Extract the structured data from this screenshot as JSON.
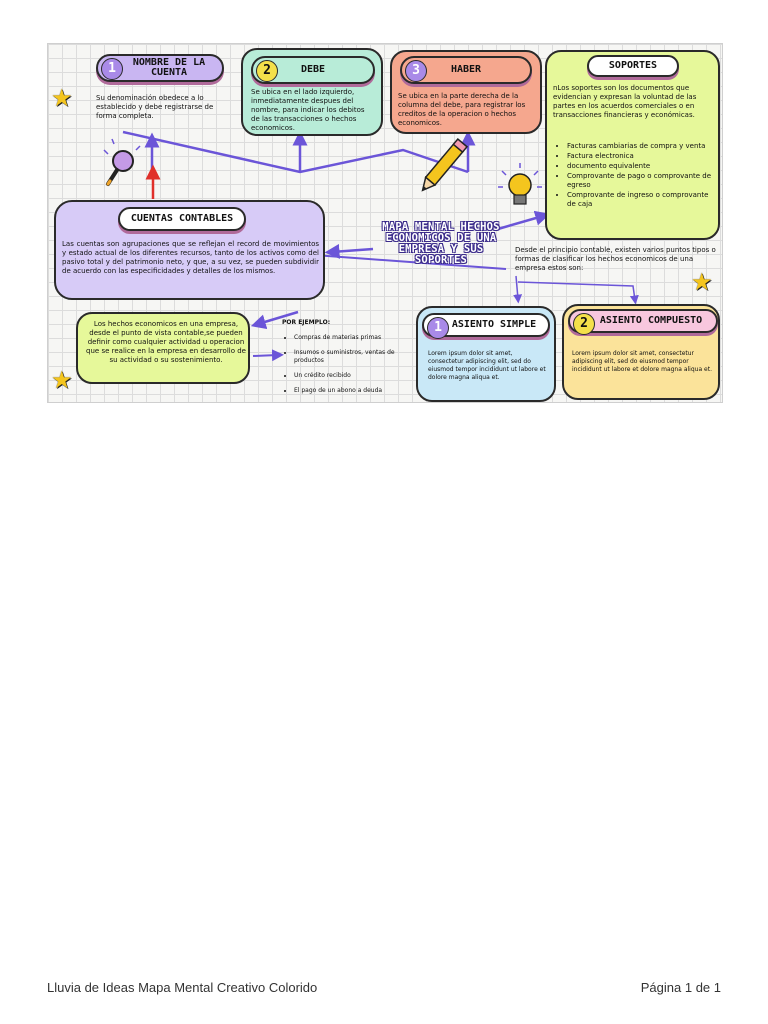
{
  "nodes": {
    "nombre": {
      "num": "1",
      "title": "NOMBRE DE LA CUENTA",
      "text": "Su denominación obedece a lo establecido y debe registrarse de forma completa."
    },
    "debe": {
      "num": "2",
      "title": "DEBE",
      "text": "Se ubica en el lado izquierdo, inmediatamente despues del nombre, para indicar los debitos de las transacciones o hechos economicos."
    },
    "haber": {
      "num": "3",
      "title": "HABER",
      "text": "Se ubica en la parte derecha de la columna del debe, para registrar los creditos de la operacion o hechos economicos."
    },
    "soportes": {
      "title": "SOPORTES",
      "text": "nLos soportes son los documentos que evidencian y expresan la voluntad de las partes en los acuerdos comerciales o en transacciones financieras y económicas.",
      "items": [
        "Facturas cambiarias de compra y venta",
        "Factura electronica",
        "documento equivalente",
        "Comprovante de pago o comprovante de egreso",
        "Comprovante de ingreso o comprovante de caja"
      ]
    },
    "cuentas": {
      "title": "CUENTAS CONTABLES",
      "text": "Las cuentas son agrupaciones que se reflejan el record de movimientos y estado actual de los diferentes recursos, tanto de los activos como del pasivo total y del patrimonio neto, y que, a su vez, se pueden subdividir de acuerdo con las especificidades y detalles de los mismos."
    },
    "hechos": {
      "text": "Los hechos economicos en una empresa, desde el punto de vista contable,se pueden definir como cualquier actividad u operacion que se realice en la empresa en desarrollo de su actividad o su sostenimiento."
    },
    "ejemplo": {
      "label": "POR EJEMPLO:",
      "items": [
        "Compras de materias primas",
        "Insumos o suministros, ventas de productos",
        "Un crédito recibido",
        "El pago de un abono a deuda"
      ]
    },
    "clasificar": {
      "text": "Desde el principio contable, existen varios puntos tipos o formas de clasificar los hechos economicos de una empresa estos son:"
    },
    "simple": {
      "num": "1",
      "title": "ASIENTO SIMPLE",
      "text": "Lorem ipsum dolor sit amet, consectetur adipiscing elit, sed do eiusmod tempor incididunt ut labore et dolore magna aliqua et."
    },
    "compuesto": {
      "num": "2",
      "title": "ASIENTO COMPUESTO",
      "text": "Lorem ipsum dolor sit amet, consectetur adipiscing elit, sed do eiusmod tempor incididunt ut labore et dolore magna aliqua et."
    }
  },
  "center_title": "MAPA MENTAL HECHOS ECONOMICOS DE UNA EMPRESA Y SUS SOPORTES",
  "icons": [
    "star-icon",
    "magnifier-icon",
    "pencil-icon",
    "lightbulb-icon"
  ],
  "colors": {
    "nombre": "#c9b6f2",
    "debe": "#b8ecd8",
    "haber": "#f5a78e",
    "soportes": "#e6f89a",
    "cuentas": "#d7cbf7",
    "hechos": "#e6f89a",
    "simple": "#c9e8f7",
    "compuesto": "#fbe39a",
    "arrow": "#6b55d8",
    "arrow_red": "#e0302a",
    "star": "#f4c51e"
  },
  "footer": {
    "left": "Lluvia de Ideas Mapa Mental Creativo Colorido",
    "right": "Página 1 de 1"
  }
}
